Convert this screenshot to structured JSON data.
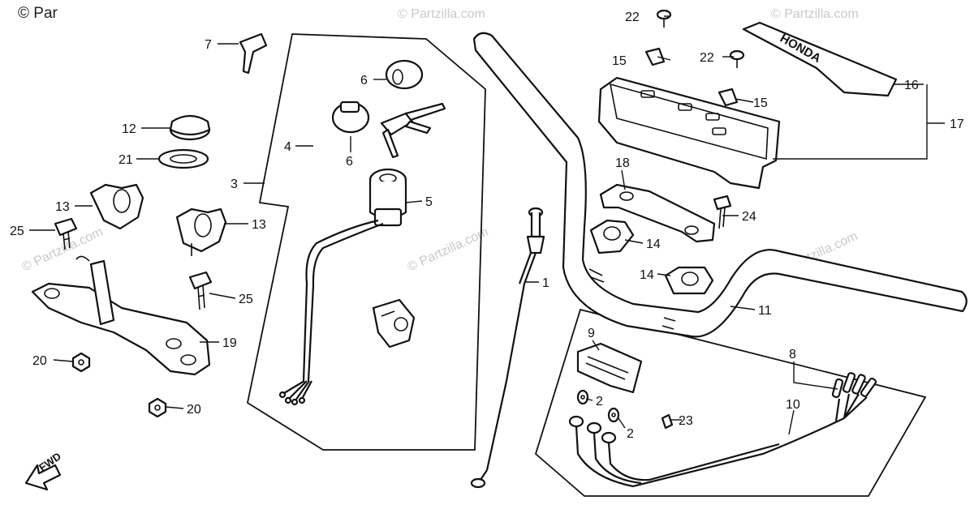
{
  "watermark": {
    "corner_text": "© Par",
    "tile_text": "© Partzilla.com"
  },
  "direction_label": "FWD",
  "brand_text": "HONDA",
  "callouts": {
    "c1": "1",
    "c2a": "2",
    "c2b": "2",
    "c3": "3",
    "c4": "4",
    "c5": "5",
    "c6a": "6",
    "c6b": "6",
    "c7": "7",
    "c8": "8",
    "c9": "9",
    "c10": "10",
    "c11": "11",
    "c12": "12",
    "c13a": "13",
    "c13b": "13",
    "c14a": "14",
    "c14b": "14",
    "c15a": "15",
    "c15b": "15",
    "c16": "16",
    "c17": "17",
    "c18": "18",
    "c19": "19",
    "c20a": "20",
    "c20b": "20",
    "c21": "21",
    "c22a": "22",
    "c22b": "22",
    "c23": "23",
    "c24": "24",
    "c25a": "25",
    "c25b": "25"
  },
  "colors": {
    "line": "#111111",
    "watermark": "#c9c9c9",
    "background": "#ffffff"
  }
}
